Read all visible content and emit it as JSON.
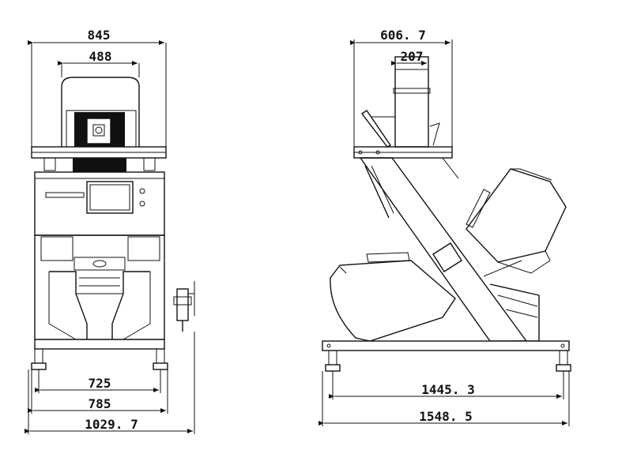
{
  "front_view": {
    "dimensions": {
      "top_width": "845",
      "hopper_width": "488",
      "feet_inner": "725",
      "feet_outer": "785",
      "overall_width": "1029. 7"
    }
  },
  "side_view": {
    "dimensions": {
      "top_depth": "606. 7",
      "hopper_depth": "207",
      "feet_span": "1445. 3",
      "overall_length": "1548. 5"
    }
  }
}
